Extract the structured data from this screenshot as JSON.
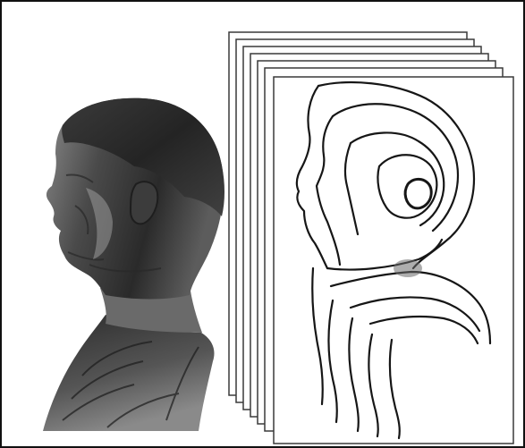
{
  "figure": {
    "left_image": "sculpted-head-bust-profile",
    "right_image": "stacked-contour-slices",
    "slice_count": 7,
    "colors": {
      "frame": "#111111",
      "background": "#ffffff",
      "bust_dark": "#2b2b2b",
      "bust_mid": "#5a5a5a",
      "bust_light": "#8c8c8c",
      "contour": "#161616",
      "sheet_edge": "#3a3a3a"
    }
  }
}
